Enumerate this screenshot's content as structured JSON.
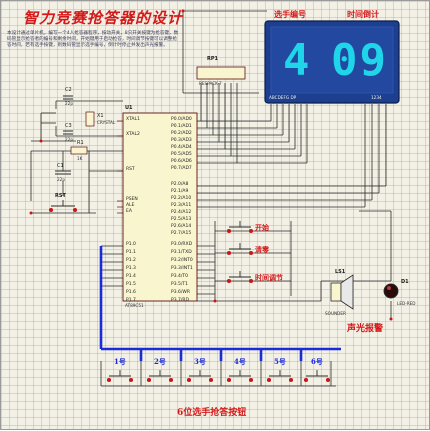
{
  "title": "智力竞赛抢答器的设计",
  "description": "本设计通过单片机，编写一个4人抢答器程序，按动开关，8只开关按键为抢答键，数码管显示抢答者的编号和剩余时间，开始键用于启动抢答，时间调节按键可以调整抢答时间，若有选手按键，则数码管显示选手编号，倒计时停止并发出声光报警。",
  "display": {
    "header_left": "选手编号",
    "header_right": "时间倒计",
    "contestant_digit": "4",
    "time_digits": "09",
    "pins_left": "ABCDEFG DP",
    "pins_right": "1234"
  },
  "rp1": {
    "name": "RP1",
    "value": "RESPACK-7"
  },
  "mcu": {
    "name": "U1",
    "part": "AT89C51",
    "left_pins": [
      "XTAL1",
      "XTAL2",
      "RST",
      "PSEN",
      "ALE",
      "EA",
      "P1.0",
      "P1.1",
      "P1.2",
      "P1.3",
      "P1.4",
      "P1.5",
      "P1.6",
      "P1.7"
    ],
    "right_pins": [
      "P0.0/AD0",
      "P0.1/AD1",
      "P0.2/AD2",
      "P0.3/AD3",
      "P0.4/AD4",
      "P0.5/AD5",
      "P0.6/AD6",
      "P0.7/AD7",
      "P2.0/A8",
      "P2.1/A9",
      "P2.2/A10",
      "P2.3/A11",
      "P2.4/A12",
      "P2.5/A13",
      "P2.6/A14",
      "P2.7/A15",
      "P3.0/RXD",
      "P3.1/TXD",
      "P3.2/INT0",
      "P3.3/INT1",
      "P3.4/T0",
      "P3.5/T1",
      "P3.6/WR",
      "P3.7/RD"
    ]
  },
  "crystal": {
    "name": "X1",
    "part": "CRYSTAL"
  },
  "caps": [
    {
      "name": "C2",
      "value": "22p"
    },
    {
      "name": "C3",
      "value": "22p"
    },
    {
      "name": "C1",
      "value": "22p"
    }
  ],
  "r1": {
    "name": "R1",
    "value": "1K"
  },
  "rst": {
    "name": "RST"
  },
  "buttons": {
    "start": "开始",
    "clear": "清零",
    "time_adjust": "时间调节"
  },
  "buzzer": {
    "name": "LS1",
    "part": "SOUNDER"
  },
  "led": {
    "name": "D1",
    "part": "LED-RED"
  },
  "alarm_label": "声光报警",
  "contestants": [
    "1号",
    "2号",
    "3号",
    "4号",
    "5号",
    "6号"
  ],
  "footer_label": "6位选手抢答按钮",
  "colors": {
    "title": "#d41919",
    "wire": "#2a2a2a",
    "bus": "#1b2bd6",
    "display_bg": "#1d3f8f",
    "segment_on": "#1fd5ea",
    "chip_fill": "#f9f5cf"
  }
}
